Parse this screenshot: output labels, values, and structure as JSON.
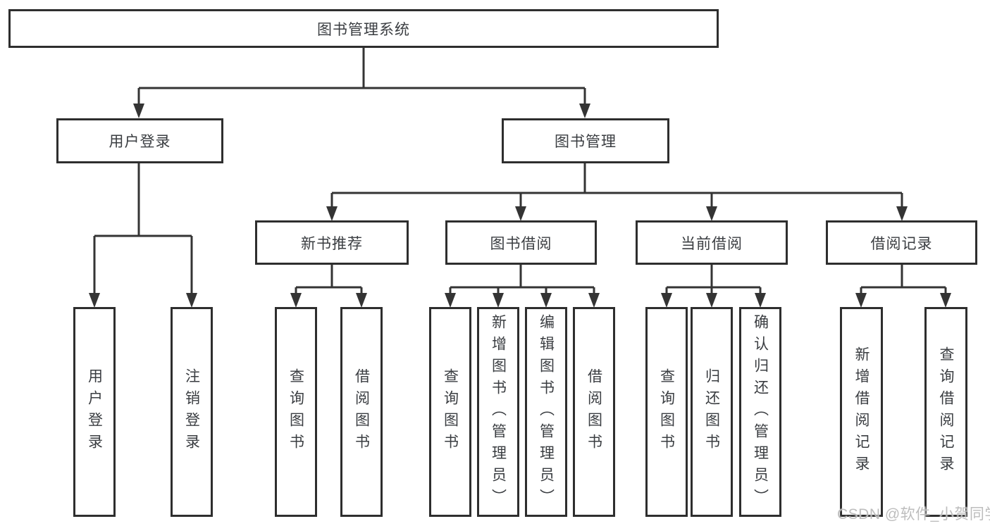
{
  "diagram": {
    "type": "hierarchy-tree",
    "title": "图书管理系统",
    "colors": {
      "line": "#343434",
      "box_border": "#2e2e2e",
      "box_fill": "#ffffff",
      "text": "#3a3d41",
      "watermark": "#b9b9b9"
    },
    "tree": {
      "label": "图书管理系统",
      "children": [
        {
          "label": "用户登录",
          "children": [
            {
              "label": "用户登录"
            },
            {
              "label": "注销登录"
            }
          ]
        },
        {
          "label": "图书管理",
          "children": [
            {
              "label": "新书推荐",
              "children": [
                {
                  "label": "查询图书"
                },
                {
                  "label": "借阅图书"
                }
              ]
            },
            {
              "label": "图书借阅",
              "children": [
                {
                  "label": "查询图书"
                },
                {
                  "label": "新增图书（管理员）"
                },
                {
                  "label": "编辑图书（管理员）"
                },
                {
                  "label": "借阅图书"
                }
              ]
            },
            {
              "label": "当前借阅",
              "children": [
                {
                  "label": "查询图书"
                },
                {
                  "label": "归还图书"
                },
                {
                  "label": "确认归还（管理员）"
                }
              ]
            },
            {
              "label": "借阅记录",
              "children": [
                {
                  "label": "新增借阅记录"
                },
                {
                  "label": "查询借阅记录"
                }
              ]
            }
          ]
        }
      ]
    },
    "watermark": {
      "text": "CSDN @软件_小贺同学"
    }
  }
}
